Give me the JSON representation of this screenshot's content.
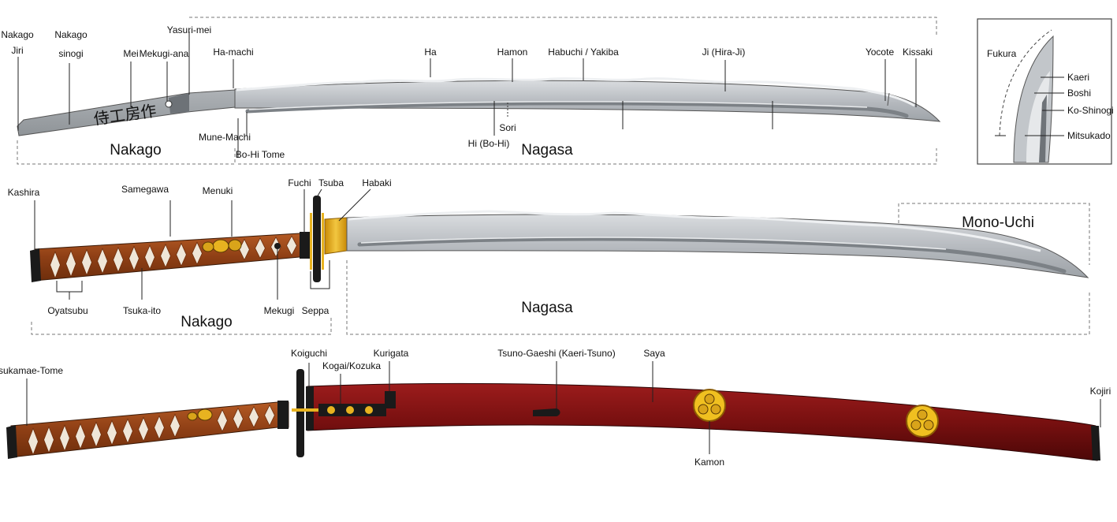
{
  "figure": {
    "blade_labels": {
      "nakago_jiri": [
        "Nakago",
        "Jiri"
      ],
      "nakago_sinogi": [
        "Nakago",
        "sinogi"
      ],
      "mei": "Mei",
      "mekugi_ana": "Mekugi-ana",
      "yasuri_mei": "Yasuri-mei",
      "ha_machi": "Ha-machi",
      "ha": "Ha",
      "hamon": "Hamon",
      "habuchi_yakiba": "Habuchi / Yakiba",
      "ji": "Ji (Hira-Ji)",
      "yocote": "Yocote",
      "kissaki": "Kissaki",
      "mune_machi": "Mune-Machi",
      "bo_hi_tome": "Bo-Hi Tome",
      "sori": "Sori",
      "hi": "Hi (Bo-Hi)",
      "nakago_region": "Nakago",
      "nagasa_region": "Nagasa",
      "mei_inscription": "侍工房作"
    },
    "inset_labels": {
      "fukura": "Fukura",
      "kaeri": "Kaeri",
      "boshi": "Boshi",
      "ko_shinogi": "Ko-Shinogi",
      "mitsukado": "Mitsukado"
    },
    "mounted_labels": {
      "kashira": "Kashira",
      "samegawa": "Samegawa",
      "menuki": "Menuki",
      "fuchi": "Fuchi",
      "tsuba": "Tsuba",
      "habaki": "Habaki",
      "mono_uchi": "Mono-Uchi",
      "oyatsubu": "Oyatsubu",
      "tsuka_ito": "Tsuka-ito",
      "nakago_region": "Nakago",
      "mekugi": "Mekugi",
      "seppa": "Seppa",
      "nagasa_region": "Nagasa"
    },
    "saya_labels": {
      "tsukamae_tome": "Tsukamae-Tome",
      "koiguchi": "Koiguchi",
      "kogai_kozuka": "Kogai/Kozuka",
      "kurigata": "Kurigata",
      "tsuno_gaeshi": "Tsuno-Gaeshi (Kaeri-Tsuno)",
      "saya": "Saya",
      "kojiri": "Kojiri",
      "kamon": "Kamon"
    },
    "colors": {
      "steel": "#bfc3c7",
      "steel_light": "#e4e6e8",
      "tsuka_ito": "#9a4a1e",
      "saya": "#7a1010",
      "gold": "#e8b320",
      "black": "#1a1a1a"
    }
  }
}
